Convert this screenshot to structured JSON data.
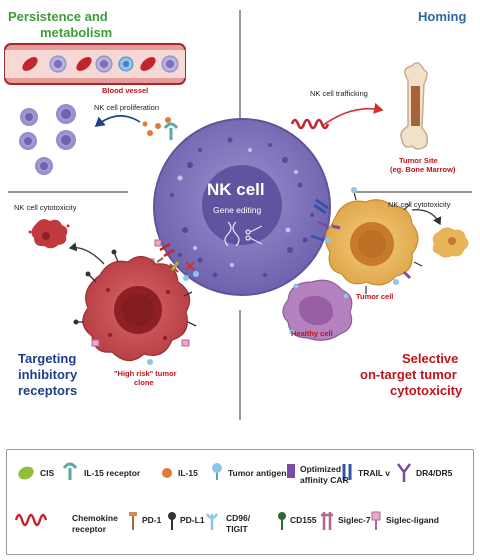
{
  "quadrants": {
    "top_left_title_line1": "Persistence and",
    "top_left_title_line2": "metabolism",
    "top_right_title": "Homing",
    "bottom_left_title_line1": "Targeting",
    "bottom_left_title_line2": "inhibitory",
    "bottom_left_title_line3": "receptors",
    "bottom_right_title_line1": "Selective",
    "bottom_right_title_line2": "on-target tumor",
    "bottom_right_title_line3": "cytotoxicity"
  },
  "center": {
    "title": "NK cell",
    "subtitle": "Gene editing"
  },
  "labels": {
    "blood_vessel": "Blood vessel",
    "nk_proliferation": "NK cell proliferation",
    "nk_trafficking": "NK cell trafficking",
    "tumor_site_line1": "Tumor Site",
    "tumor_site_line2": "(eg. Bone Marrow)",
    "nk_cytotoxicity_left": "NK cell cytotoxicity",
    "nk_cytotoxicity_right": "NK cell cytotoxicity",
    "tumor_cell": "Tumor cell",
    "healthy_cell": "Healthy cell",
    "high_risk_line1": "\"High risk\" tumor",
    "high_risk_line2": "clone"
  },
  "legend": {
    "cis": "CIS",
    "il15_receptor": "IL-15 receptor",
    "il15": "IL-15",
    "tumor_antigen": "Tumor antigen",
    "car_line1": "Optimized",
    "car_line2": "affinity CAR",
    "trail": "TRAIL v",
    "dr45": "DR4/DR5",
    "chemokine_line1": "Chemokine",
    "chemokine_line2": "receptor",
    "pd1": "PD-1",
    "pdl1": "PD-L1",
    "cd96_line1": "CD96/",
    "cd96_line2": "TIGIT",
    "cd155": "CD155",
    "siglec7": "Siglec-7",
    "siglec_ligand": "Siglec-ligand"
  },
  "colors": {
    "persistence_title": "#3f9b3a",
    "homing_title": "#2d6a9f",
    "targeting_title": "#1f3f8a",
    "selective_title": "#c0141b",
    "label_red": "#c0141b",
    "nk_cell": "#8b7fc0",
    "tumor_red": "#c0464a",
    "tumor_yellow": "#e7b45a",
    "healthy_cell": "#a46bb0"
  }
}
